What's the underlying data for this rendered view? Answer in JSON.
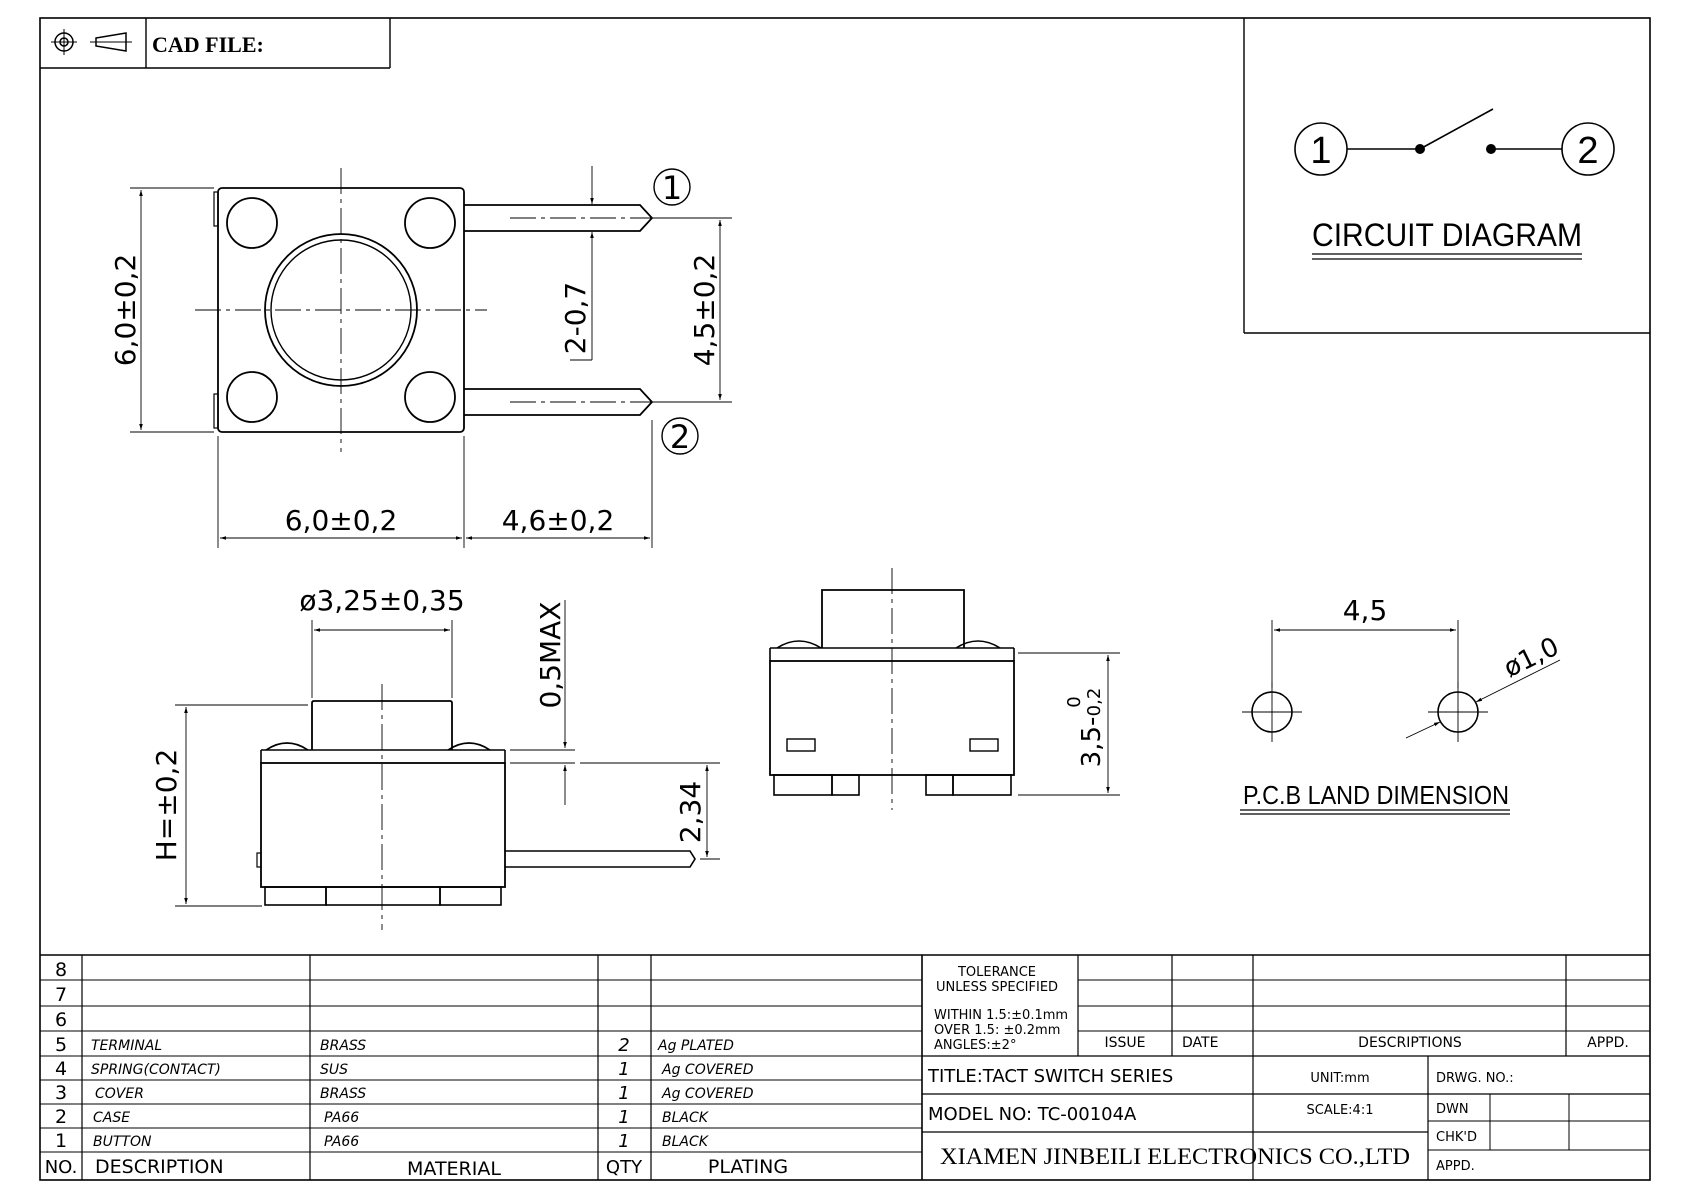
{
  "header": {
    "cad_file_label": "CAD FILE:",
    "symbols": [
      "first-angle-projection-circle-icon",
      "first-angle-projection-cone-icon"
    ]
  },
  "circuit": {
    "title": "CIRCUIT DIAGRAM",
    "pin1": "1",
    "pin2": "2"
  },
  "top_view": {
    "pin1": "1",
    "pin2": "2",
    "dims": {
      "height": "6,0±0,2",
      "pin_pitch": "4,5±0,2",
      "pin_width": "2-0,7",
      "body_width": "6,0±0,2",
      "pin_length": "4,6±0,2"
    }
  },
  "side_view": {
    "dims": {
      "button_diameter": "ø3,25±0,35",
      "travel": "0,5MAX",
      "total_height": "H=±0,2",
      "body_height": "2,34"
    }
  },
  "front_view": {
    "dims": {
      "body_height_main": "3,5-",
      "tol_upper": "0",
      "tol_lower": "0,2"
    }
  },
  "pcb": {
    "title": "P.C.B LAND DIMENSION",
    "pitch": "4,5",
    "hole_diameter": "ø1,0"
  },
  "bom": {
    "col_no": "NO.",
    "col_desc": "DESCRIPTION",
    "col_material": "MATERIAL",
    "col_qty": "QTY",
    "col_plating": "PLATING",
    "rows": [
      {
        "no": "8",
        "desc": "",
        "material": "",
        "qty": "",
        "plating": ""
      },
      {
        "no": "7",
        "desc": "",
        "material": "",
        "qty": "",
        "plating": ""
      },
      {
        "no": "6",
        "desc": "",
        "material": "",
        "qty": "",
        "plating": ""
      },
      {
        "no": "5",
        "desc": "TERMINAL",
        "material": "BRASS",
        "qty": "2",
        "plating": "Ag PLATED"
      },
      {
        "no": "4",
        "desc": "SPRING(CONTACT)",
        "material": "SUS",
        "qty": "1",
        "plating": "Ag COVERED"
      },
      {
        "no": "3",
        "desc": "COVER",
        "material": "BRASS",
        "qty": "1",
        "plating": "Ag COVERED"
      },
      {
        "no": "2",
        "desc": "CASE",
        "material": "PA66",
        "qty": "1",
        "plating": "BLACK"
      },
      {
        "no": "1",
        "desc": "BUTTON",
        "material": "PA66",
        "qty": "1",
        "plating": "BLACK"
      }
    ]
  },
  "title_block": {
    "tolerance_1": "TOLERANCE",
    "tolerance_2": "UNLESS SPECIFIED",
    "within": "WITHIN 1.5:±0.1mm",
    "over": "OVER 1.5:  ±0.2mm",
    "angles": "ANGLES:±2°",
    "issue": "ISSUE",
    "date": "DATE",
    "descriptions": "DESCRIPTIONS",
    "appd": "APPD.",
    "title": "TITLE:TACT  SWITCH  SERIES",
    "unit": "UNIT:mm",
    "drwg_no": "DRWG. NO.:",
    "model": "MODEL  NO: TC-00104A",
    "scale": "SCALE:4:1",
    "dwn": "DWN",
    "chkd": "CHK'D",
    "appd2": "APPD.",
    "company": "XIAMEN JINBEILI ELECTRONICS CO.,LTD"
  }
}
